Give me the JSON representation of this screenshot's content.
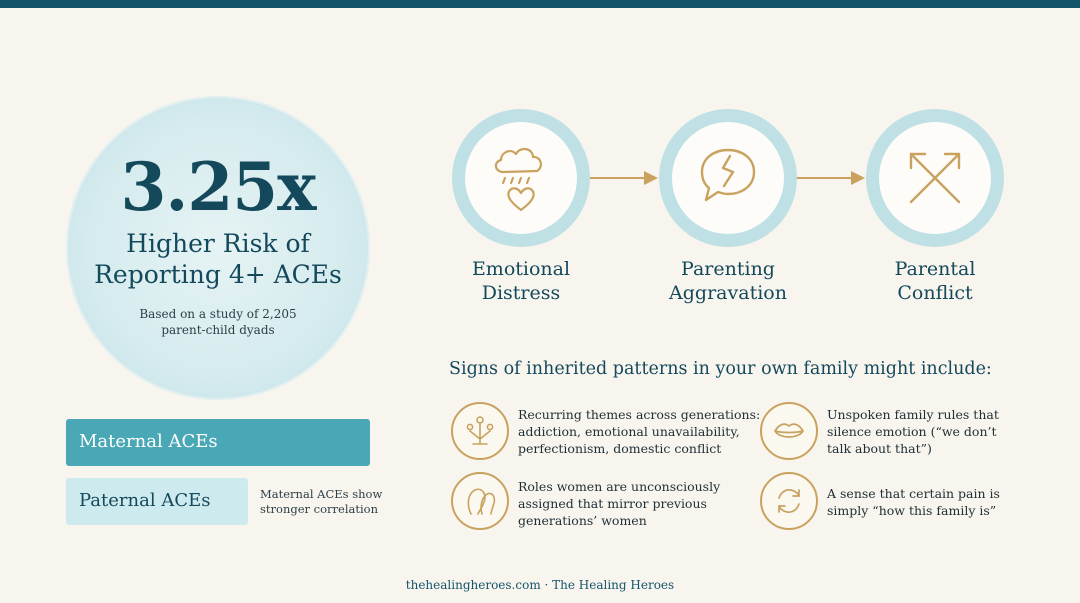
{
  "stat": {
    "value": "3.25x",
    "title_line1": "Higher Risk of",
    "title_line2": "Reporting 4+ ACEs",
    "note_line1": "Based on a study of 2,205",
    "note_line2": "parent-child dyads"
  },
  "aces": {
    "maternal_label": "Maternal ACEs",
    "paternal_label": "Paternal ACEs",
    "maternal_level": 1.0,
    "paternal_level": 0.6,
    "note_line1": "Maternal ACEs show",
    "note_line2": "stronger correlation"
  },
  "stages": [
    {
      "icon": "rain-cloud-heart-icon",
      "line1": "Emotional",
      "line2": "Distress"
    },
    {
      "icon": "broken-speech-bubble-icon",
      "line1": "Parenting",
      "line2": "Aggravation"
    },
    {
      "icon": "crossed-arrows-icon",
      "line1": "Parental",
      "line2": "Conflict"
    }
  ],
  "signs": {
    "heading": "Signs of inherited patterns in your own family might include:",
    "items": [
      {
        "icon": "family-tree-icon",
        "lines": [
          "Recurring themes across generations:",
          "addiction, emotional unavailability,",
          "perfectionism, domestic conflict"
        ]
      },
      {
        "icon": "lips-icon",
        "lines": [
          "Unspoken family rules that",
          "silence emotion (“we don’t",
          "talk about that”)"
        ]
      },
      {
        "icon": "women-profiles-icon",
        "lines": [
          "Roles women are unconsciously",
          "assigned that mirror previous",
          "generations’ women"
        ]
      },
      {
        "icon": "cycle-arrows-icon",
        "lines": [
          "A sense that certain pain is",
          "simply “how this family is”"
        ]
      }
    ]
  },
  "colors": {
    "navy": "#14495c",
    "teal": "#4aa7b5",
    "light_teal": "#cdeaee",
    "gold": "#c9a25f",
    "background": "#f8f5ee"
  },
  "footer": "thehealingheroes.com · The Healing Heroes"
}
